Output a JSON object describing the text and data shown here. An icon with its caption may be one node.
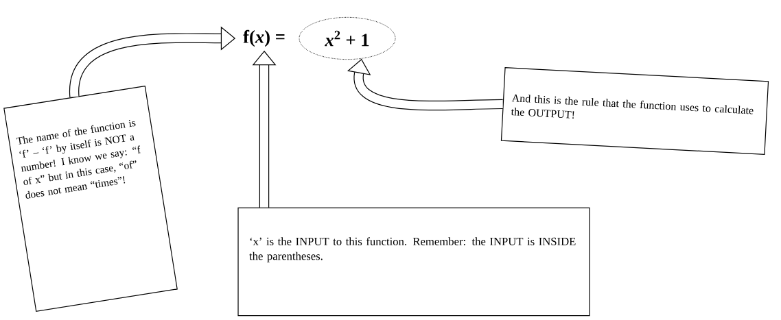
{
  "diagram": {
    "nodes": [
      {
        "text": [
          "f(*x*) ="
        ]
      },
      {
        "text": [
          "*x*$^{2}$ + 1"
        ]
      },
      {
        "text": [
          "The name of the function is ‘f’ – ‘f’ by itself is NOT a number! I know we say: “f of x” but in this case, “of” does not mean “times”!"
        ]
      },
      {
        "text": [
          "And this is the rule that the function uses to calculate the OUTPUT!"
        ]
      },
      {
        "text": [
          "‘x’ is the INPUT to this function. Remember: the INPUT is INSIDE the parentheses."
        ]
      }
    ],
    "edges": [
      {
        "from": 2,
        "to": 0,
        "arrow": "to"
      },
      {
        "from": 4,
        "to": 0,
        "arrow": "to"
      },
      {
        "from": 3,
        "to": 1,
        "arrow": "to"
      }
    ]
  }
}
